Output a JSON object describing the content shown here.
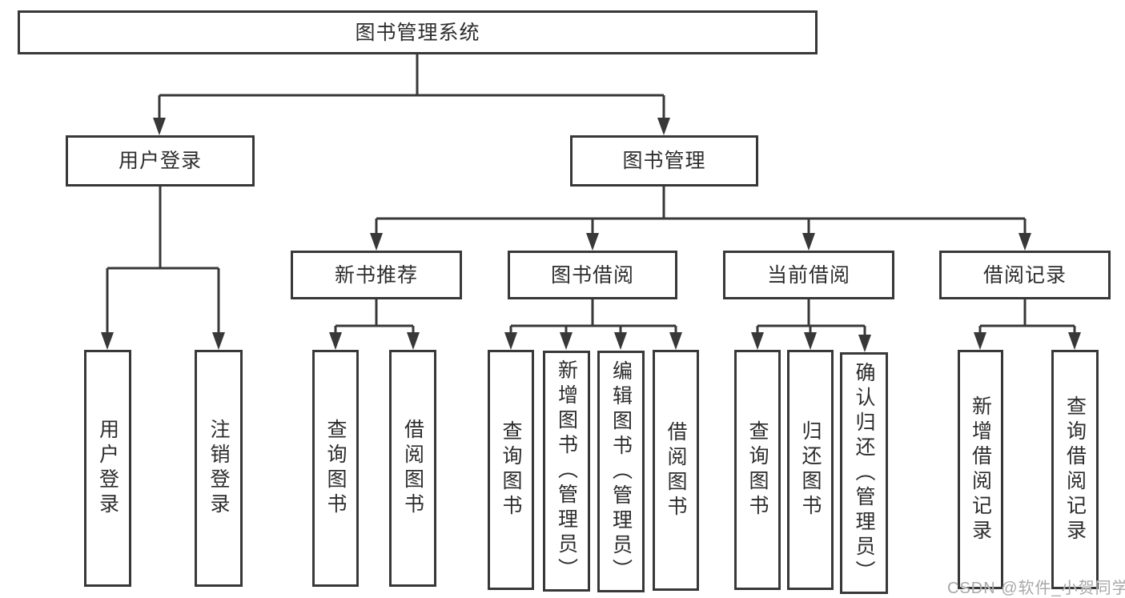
{
  "tree": {
    "label": "图书管理系统",
    "children": [
      {
        "label": "用户登录",
        "children": [
          {
            "label": "用户登录"
          },
          {
            "label": "注销登录"
          }
        ]
      },
      {
        "label": "图书管理",
        "children": [
          {
            "label": "新书推荐",
            "children": [
              {
                "label": "查询图书"
              },
              {
                "label": "借阅图书"
              }
            ]
          },
          {
            "label": "图书借阅",
            "children": [
              {
                "label": "查询图书"
              },
              {
                "label": "新增图书（管理员）"
              },
              {
                "label": "编辑图书（管理员）"
              },
              {
                "label": "借阅图书"
              }
            ]
          },
          {
            "label": "当前借阅",
            "children": [
              {
                "label": "查询图书"
              },
              {
                "label": "归还图书"
              },
              {
                "label": "确认归还（管理员）"
              }
            ]
          },
          {
            "label": "借阅记录",
            "children": [
              {
                "label": "新增借阅记录"
              },
              {
                "label": "查询借阅记录"
              }
            ]
          }
        ]
      }
    ]
  },
  "watermark": {
    "text": "CSDN @软件_小贺同学"
  },
  "colors": {
    "line": "#383838",
    "text": "#2d2d2d",
    "watermark": "#a8a8a8",
    "background": "#ffffff"
  }
}
